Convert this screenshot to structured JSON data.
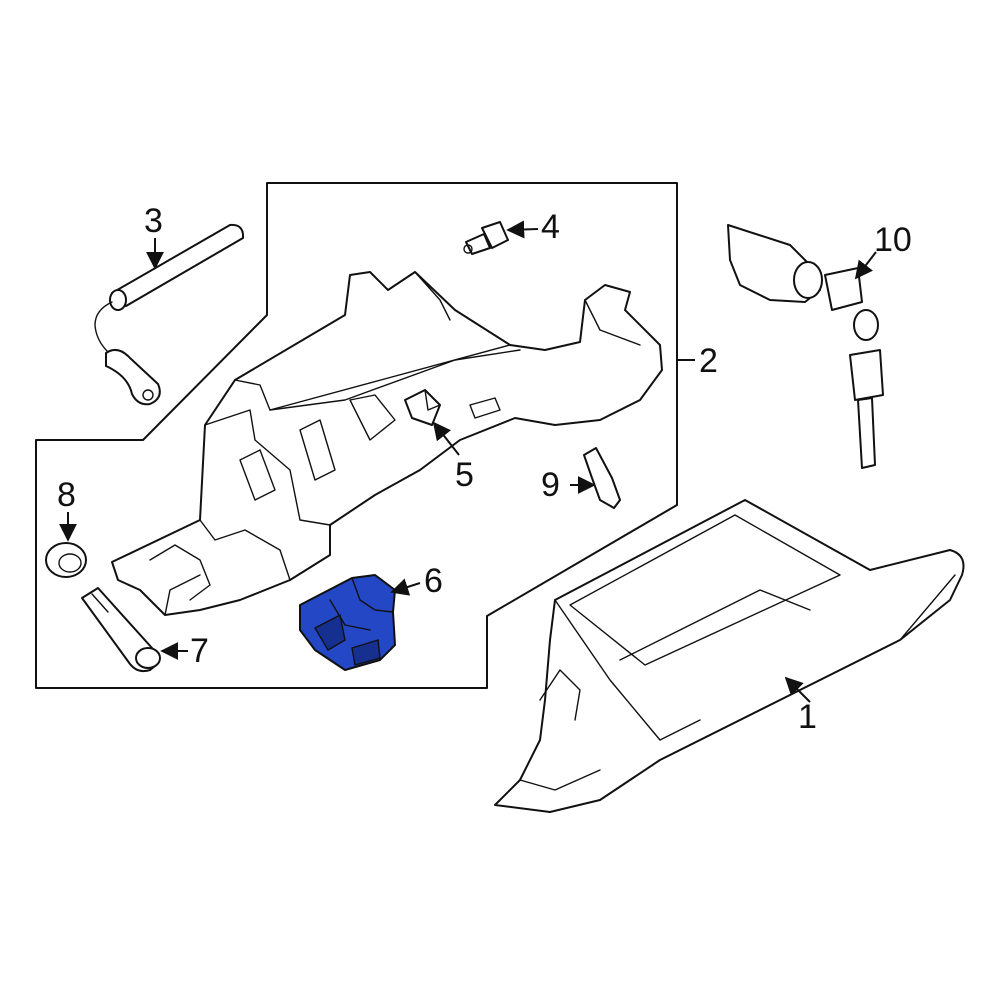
{
  "colors": {
    "highlight_part": "#2447c6",
    "highlight_shade": "#16308f",
    "line": "#111111",
    "background": "#ffffff"
  },
  "callouts": {
    "c1": "1",
    "c2": "2",
    "c3": "3",
    "c4": "4",
    "c5": "5",
    "c6": "6",
    "c7": "7",
    "c8": "8",
    "c9": "9",
    "c10": "10"
  }
}
